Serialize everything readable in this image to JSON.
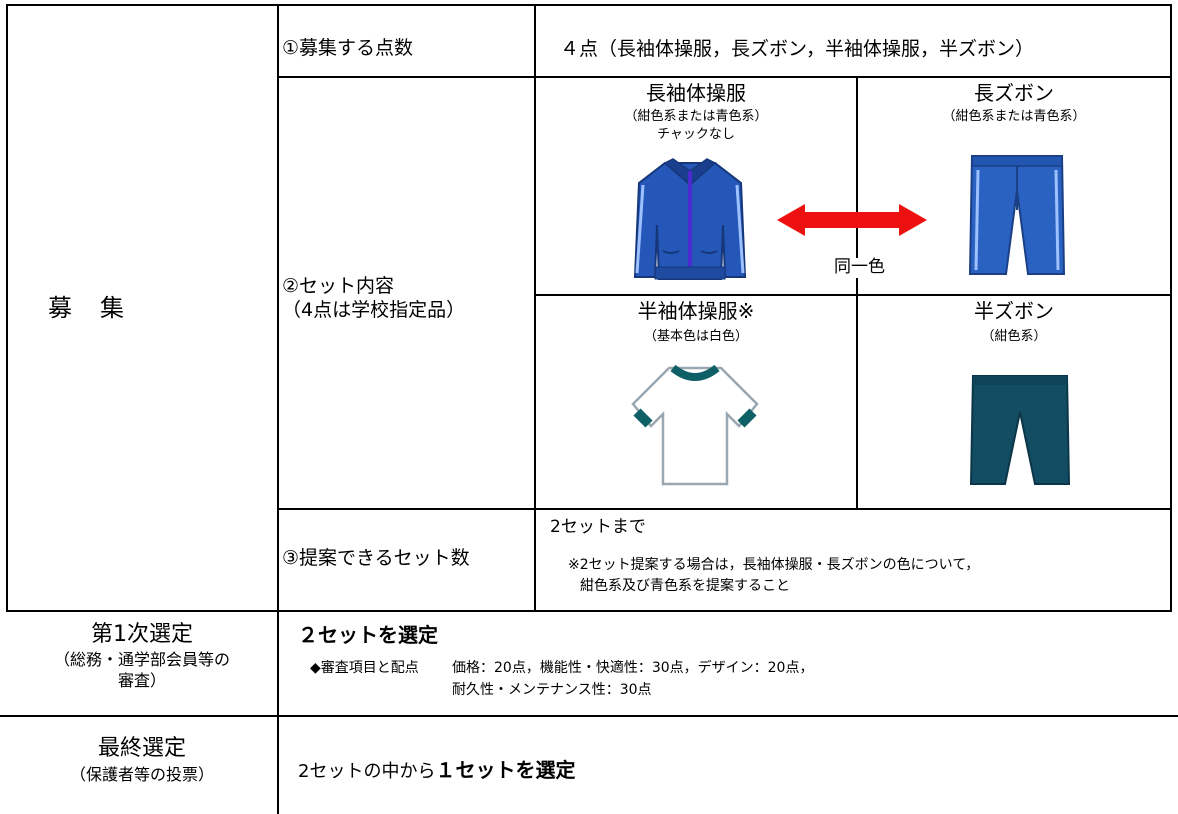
{
  "recruitment": {
    "header": "募　集",
    "rows": {
      "count": {
        "label": "①募集する点数",
        "value": "４点（長袖体操服，長ズボン，半袖体操服，半ズボン）"
      },
      "set_contents": {
        "label_line1": "②セット内容",
        "label_line2": "（4点は学校指定品）",
        "items": [
          {
            "name": "長袖体操服",
            "note1": "（紺色系または青色系）",
            "note2": "チャックなし",
            "icon": "track-jacket-icon"
          },
          {
            "name": "長ズボン",
            "note1": "（紺色系または青色系）",
            "icon": "long-pants-icon"
          },
          {
            "name": "半袖体操服※",
            "note1": "（基本色は白色）",
            "icon": "short-sleeve-shirt-icon"
          },
          {
            "name": "半ズボン",
            "note1": "（紺色系）",
            "icon": "shorts-icon"
          }
        ],
        "same_color_label": "同一色",
        "arrow_color": "#ee1111"
      },
      "proposable_sets": {
        "label": "③提案できるセット数",
        "value": "2セットまで",
        "note_line1": "※2セット提案する場合は，長袖体操服・長ズボンの色について，",
        "note_line2": "紺色系及び青色系を提案すること"
      }
    }
  },
  "first_selection": {
    "title": "第1次選定",
    "subtitle_line1": "（総務・通学部会員等の",
    "subtitle_line2": "審査）",
    "result": "２セットを選定",
    "criteria_label": "◆審査項目と配点",
    "criteria_line1": "価格：20点，機能性・快適性：30点，デザイン：20点，",
    "criteria_line2": "耐久性・メンテナンス性：30点"
  },
  "final_selection": {
    "title": "最終選定",
    "subtitle": "（保護者等の投票）",
    "result_prefix": "2セットの中から",
    "result_bold": "１セットを選定"
  }
}
